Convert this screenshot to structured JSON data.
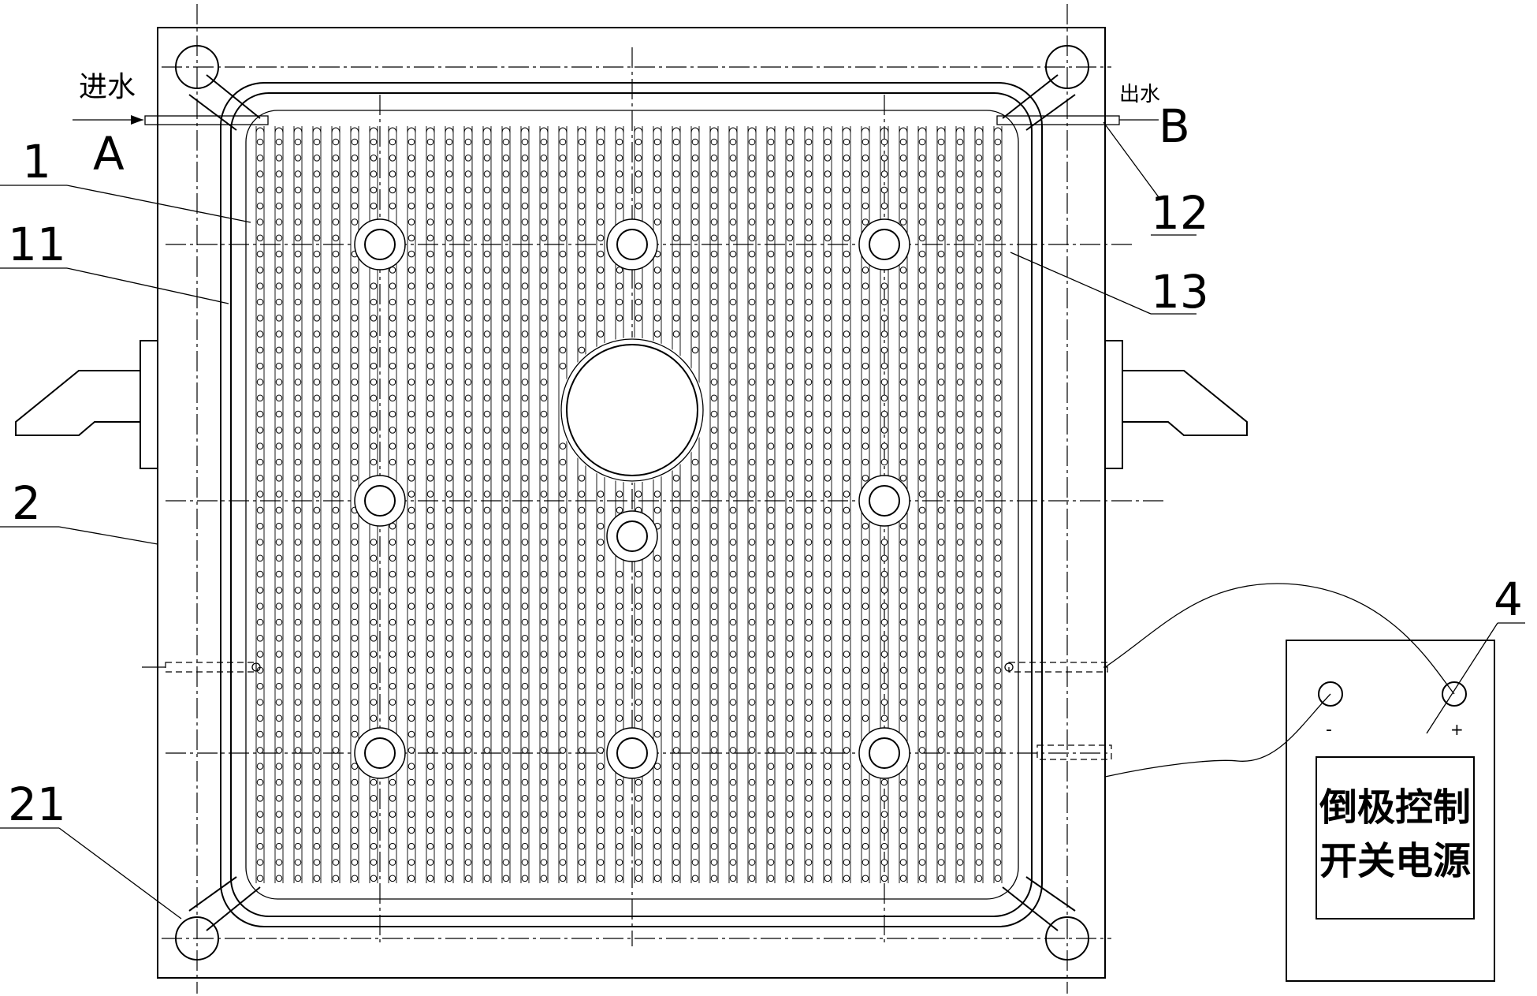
{
  "labels": {
    "inlet_text": "进水",
    "inlet_letter": "A",
    "outlet_text": "出水",
    "outlet_letter": "B",
    "ref_1": "1",
    "ref_11": "11",
    "ref_2": "2",
    "ref_21": "21",
    "ref_12": "12",
    "ref_13": "13",
    "ref_4": "4"
  },
  "power_supply": {
    "title_line1": "倒极控制",
    "title_line2": "开关电源",
    "minus": "-",
    "plus": "+"
  },
  "colors": {
    "line": "#000000",
    "background": "#ffffff"
  }
}
